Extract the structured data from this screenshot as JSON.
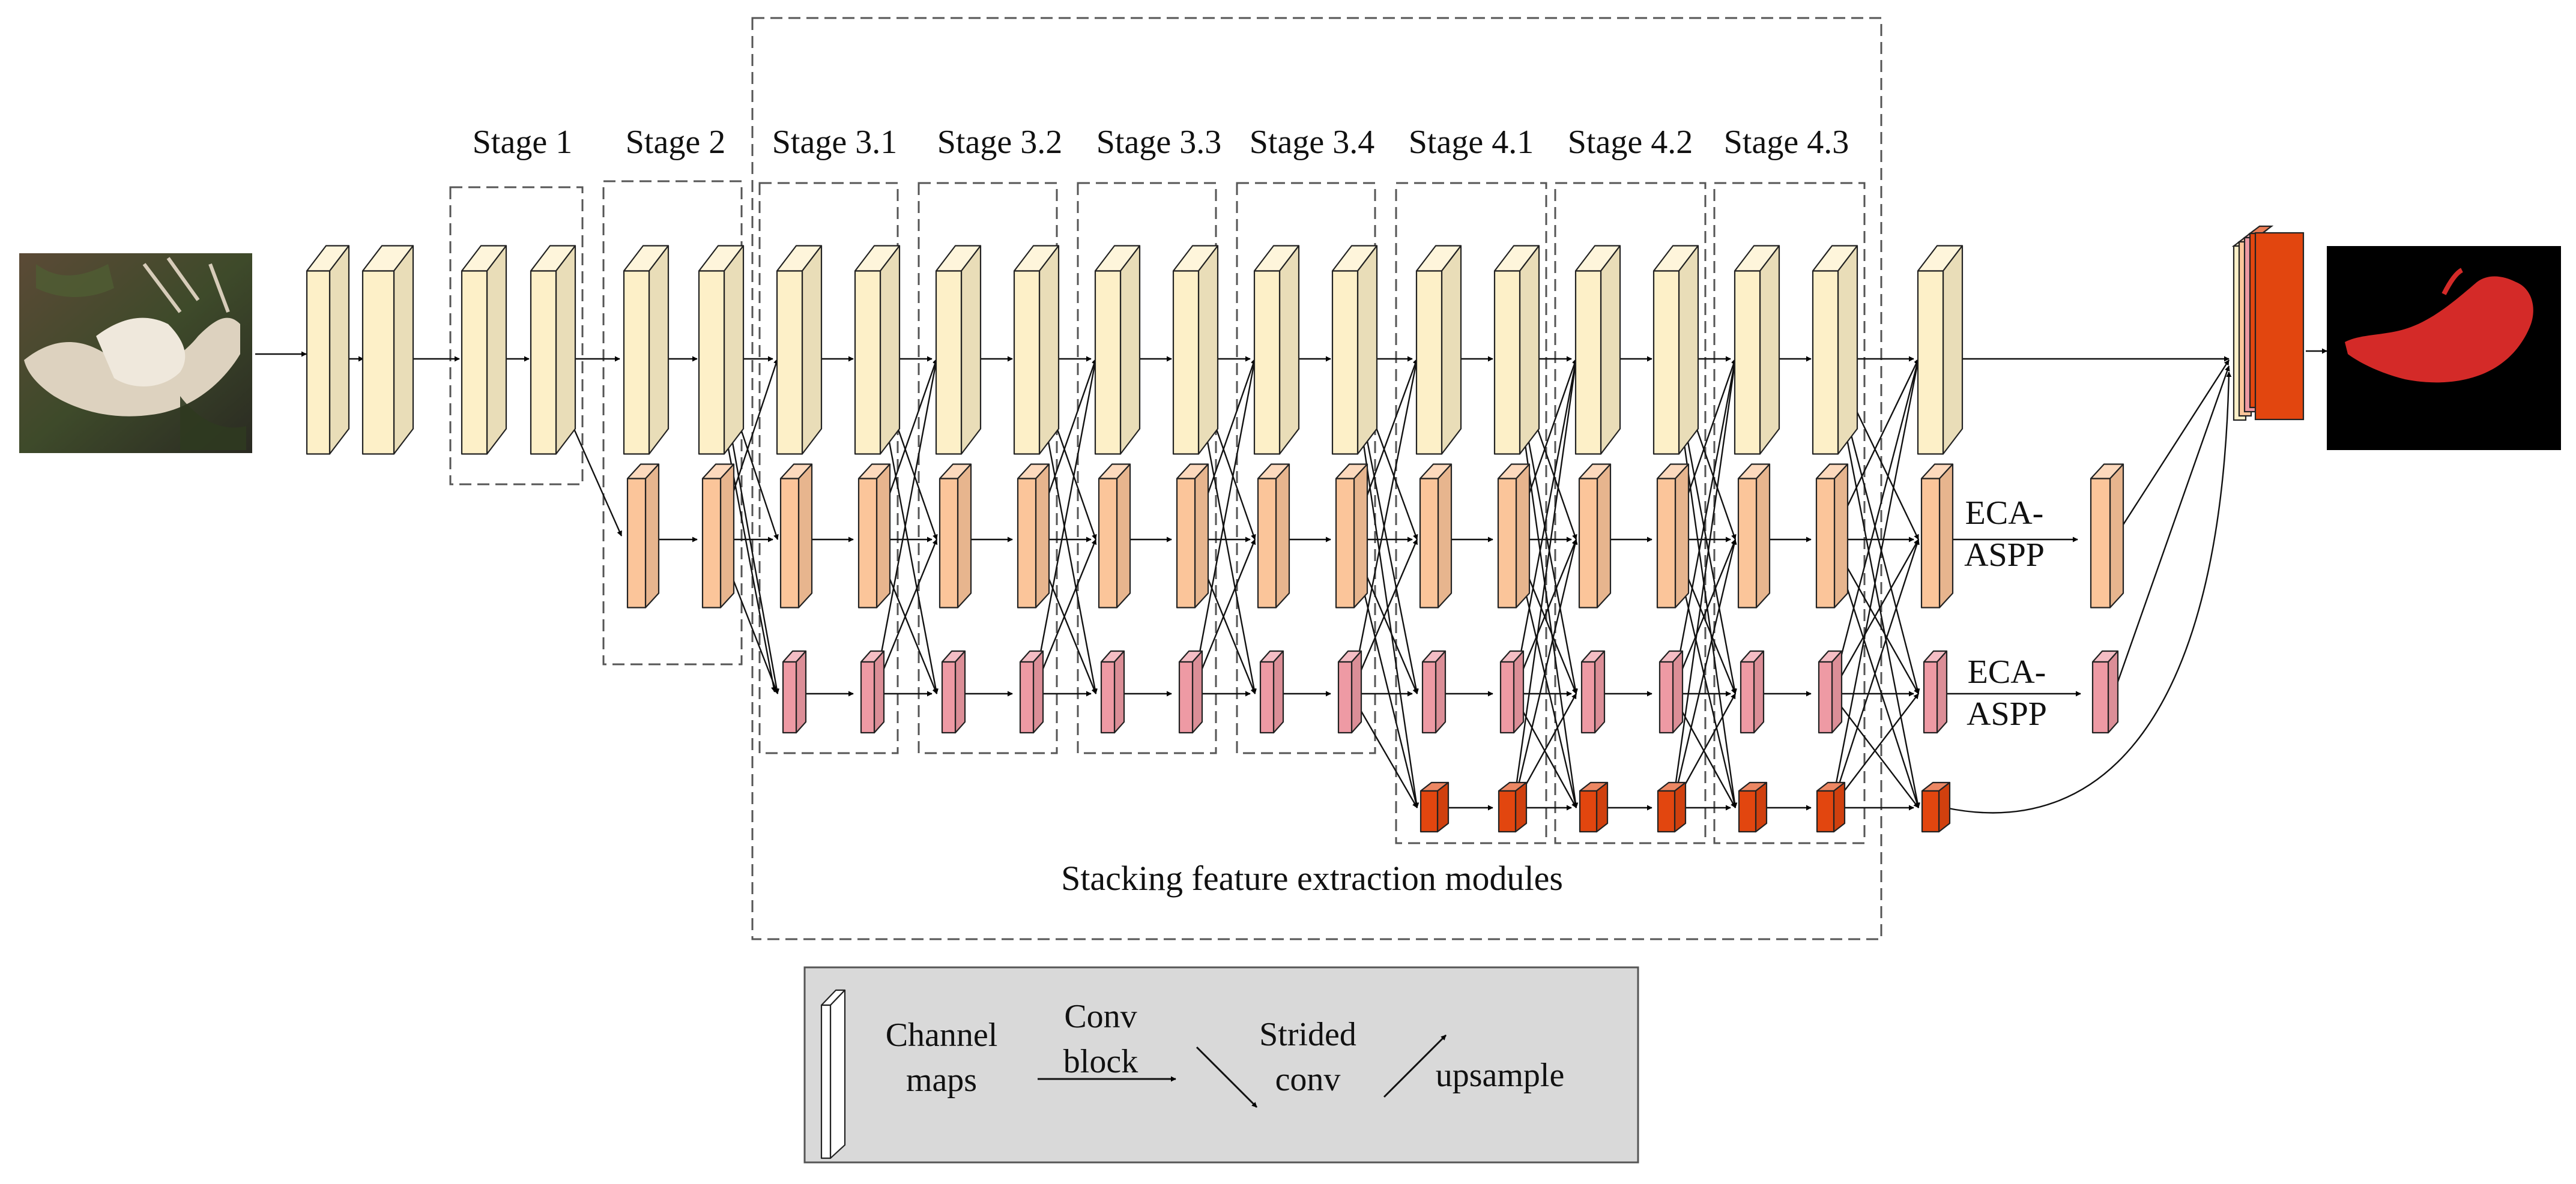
{
  "stage_labels": [
    "Stage 1",
    "Stage 2",
    "Stage 3.1",
    "Stage 3.2",
    "Stage 3.3",
    "Stage 3.4",
    "Stage 4.1",
    "Stage 4.2",
    "Stage 4.3"
  ],
  "outer_box_label": "Stacking feature extraction modules",
  "eca_aspp_line1": "ECA-",
  "eca_aspp_line2": "ASPP",
  "legend": {
    "channel_maps_1": "Channel",
    "channel_maps_2": "maps",
    "conv_block_1": "Conv",
    "conv_block_2": "block",
    "strided_conv_1": "Strided",
    "strided_conv_2": "conv",
    "upsample": "upsample"
  },
  "colors": {
    "res1": "#fdf0c8",
    "res2": "#fbc59a",
    "res3": "#ee9aa4",
    "res4": "#e2460f",
    "legend_bg": "#d9d9d9"
  }
}
